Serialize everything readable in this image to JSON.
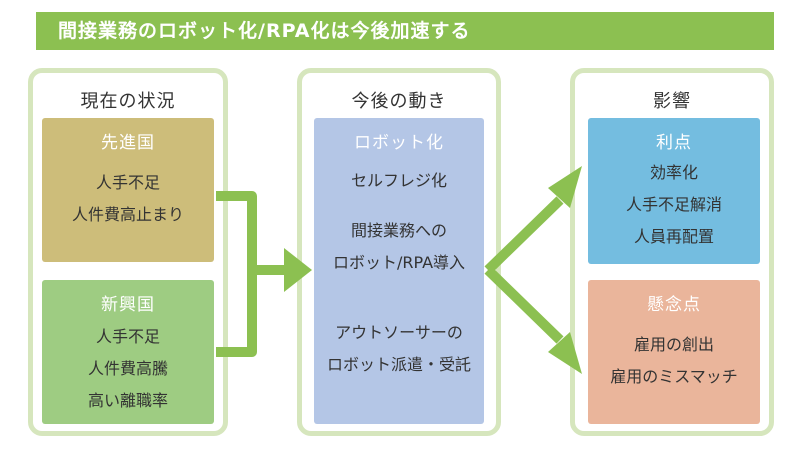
{
  "banner": {
    "title": "間接業務のロボット化/RPA化は今後加速する"
  },
  "current": {
    "title": "現在の状況",
    "developed": {
      "title": "先進国",
      "lines": [
        "人手不足",
        "人件費高止まり"
      ]
    },
    "emerging": {
      "title": "新興国",
      "lines": [
        "人手不足",
        "人件費高騰",
        "高い離職率"
      ]
    }
  },
  "future": {
    "title": "今後の動き",
    "box_title": "ロボット化",
    "items": [
      "セルフレジ化",
      "間接業務への",
      "ロボット/RPA導入",
      "アウトソーサーの",
      "ロボット派遣・受託"
    ]
  },
  "impact": {
    "title": "影響",
    "merits": {
      "title": "利点",
      "lines": [
        "効率化",
        "人手不足解消",
        "人員再配置"
      ]
    },
    "concerns": {
      "title": "懸念点",
      "lines": [
        "雇用の創出",
        "雇用のミスマッチ"
      ]
    }
  },
  "colors": {
    "banner": "#8cc051",
    "panel_border": "#d6e6bd",
    "developed": "#cdbd7a",
    "emerging": "#9ecc82",
    "future_box": "#b4c6e6",
    "merits": "#74bde0",
    "concerns": "#eab59b",
    "arrow": "#8cc051"
  }
}
